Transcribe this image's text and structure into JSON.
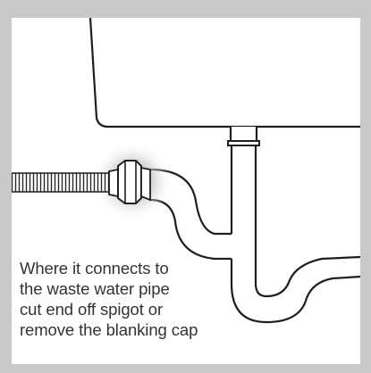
{
  "colors": {
    "frame": "#c9c9c9",
    "panel_background": "#ffffff",
    "outline": "#1e1e1e",
    "shadow": "#d6d6d6",
    "caption_text": "#333333"
  },
  "caption": {
    "lines": [
      "Where it connects to",
      "the waste water pipe",
      "cut end off spigot or",
      "remove the blanking cap"
    ]
  }
}
